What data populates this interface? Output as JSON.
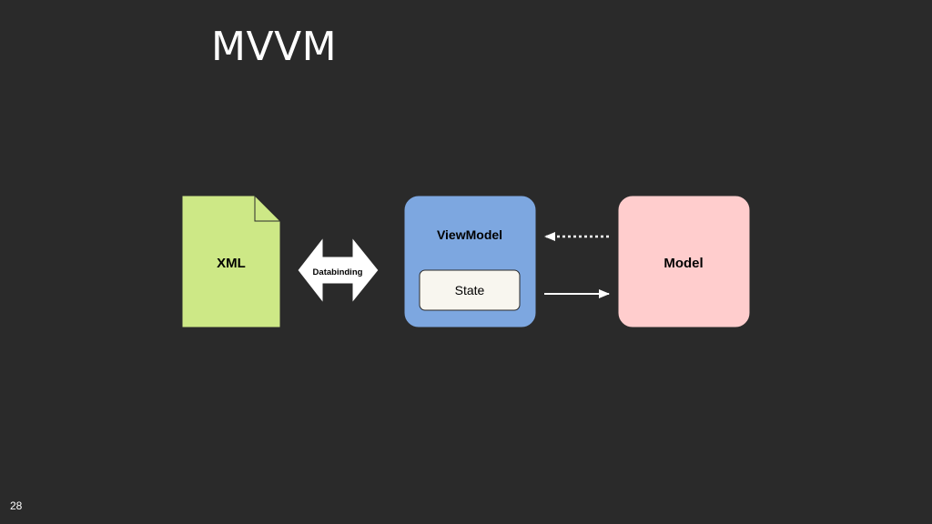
{
  "slide": {
    "title": "MVVM",
    "page_number": "28"
  },
  "diagram": {
    "xml_node": {
      "label": "XML",
      "fill": "#cde886"
    },
    "binding_arrow": {
      "label": "Databinding",
      "fill": "#ffffff"
    },
    "viewmodel_node": {
      "label": "ViewModel",
      "fill": "#7da7e0",
      "state": {
        "label": "State",
        "fill": "#f8f6ef"
      }
    },
    "model_node": {
      "label": "Model",
      "fill": "#ffcdcd"
    },
    "colors": {
      "background": "#2a2a2a",
      "arrow": "#ffffff",
      "outline": "#2a2a2a"
    }
  }
}
